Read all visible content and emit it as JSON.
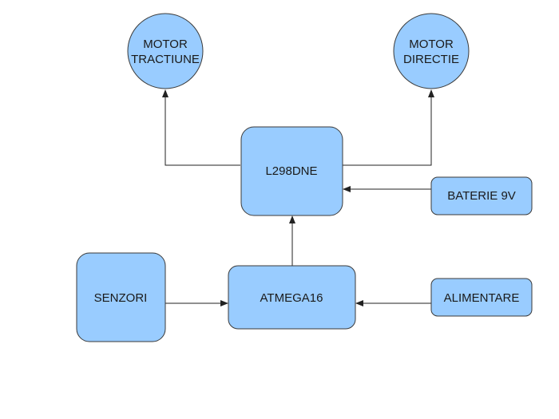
{
  "colors": {
    "node_fill": "#99ccff",
    "node_stroke": "#3a3a3a",
    "edge": "#222222"
  },
  "nodes": {
    "motor_tractiune": {
      "line1": "MOTOR",
      "line2": "TRACTIUNE"
    },
    "motor_directie": {
      "line1": "MOTOR",
      "line2": "DIRECTIE"
    },
    "l298dne": {
      "label": "L298DNE"
    },
    "baterie": {
      "label": "BATERIE 9V"
    },
    "senzori": {
      "label": "SENZORI"
    },
    "atmega": {
      "label": "ATMEGA16"
    },
    "alimentare": {
      "label": "ALIMENTARE"
    }
  },
  "edges": [
    {
      "from": "l298dne",
      "to": "motor_tractiune"
    },
    {
      "from": "l298dne",
      "to": "motor_directie"
    },
    {
      "from": "baterie",
      "to": "l298dne"
    },
    {
      "from": "atmega",
      "to": "l298dne"
    },
    {
      "from": "senzori",
      "to": "atmega"
    },
    {
      "from": "alimentare",
      "to": "atmega"
    }
  ]
}
